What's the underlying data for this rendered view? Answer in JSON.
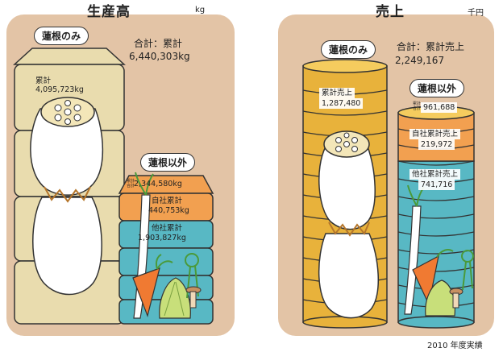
{
  "production": {
    "title": "生産高",
    "unit": "kg",
    "renkon_tag": "蓮根のみ",
    "total_label": "合計：累計",
    "total_value": "6,440,303kg",
    "renkon_cum_label": "累計",
    "renkon_cum_value": "4,095,723kg",
    "other_tag": "蓮根以外",
    "other_cum_mini": "累計",
    "other_cum_mini2": "合計",
    "other_total_value": "2,344,580kg",
    "own_label": "自社累計",
    "own_value": "440,753kg",
    "other_co_label": "他社累計",
    "other_co_value": "1,903,827kg"
  },
  "sales": {
    "title": "売上",
    "unit": "千円",
    "renkon_tag": "蓮根のみ",
    "total_label": "合計：累計売上",
    "total_value": "2,249,167",
    "renkon_cum_label": "累計売上",
    "renkon_cum_value": "1,287,480",
    "other_tag": "蓮根以外",
    "other_cum_mini": "累計",
    "other_cum_mini2": "合計",
    "other_total_value": "961,688",
    "own_label": "自社累計売上",
    "own_value": "219,972",
    "other_co_label": "他社累計売上",
    "other_co_value": "741,716"
  },
  "footnote": "2010 年度実績",
  "colors": {
    "panel": "#e3c4a6",
    "cream": "#e9dcae",
    "gold": "#e8b23b",
    "orange": "#f2a050",
    "teal": "#58b8c4",
    "carrot": "#f07a32"
  }
}
